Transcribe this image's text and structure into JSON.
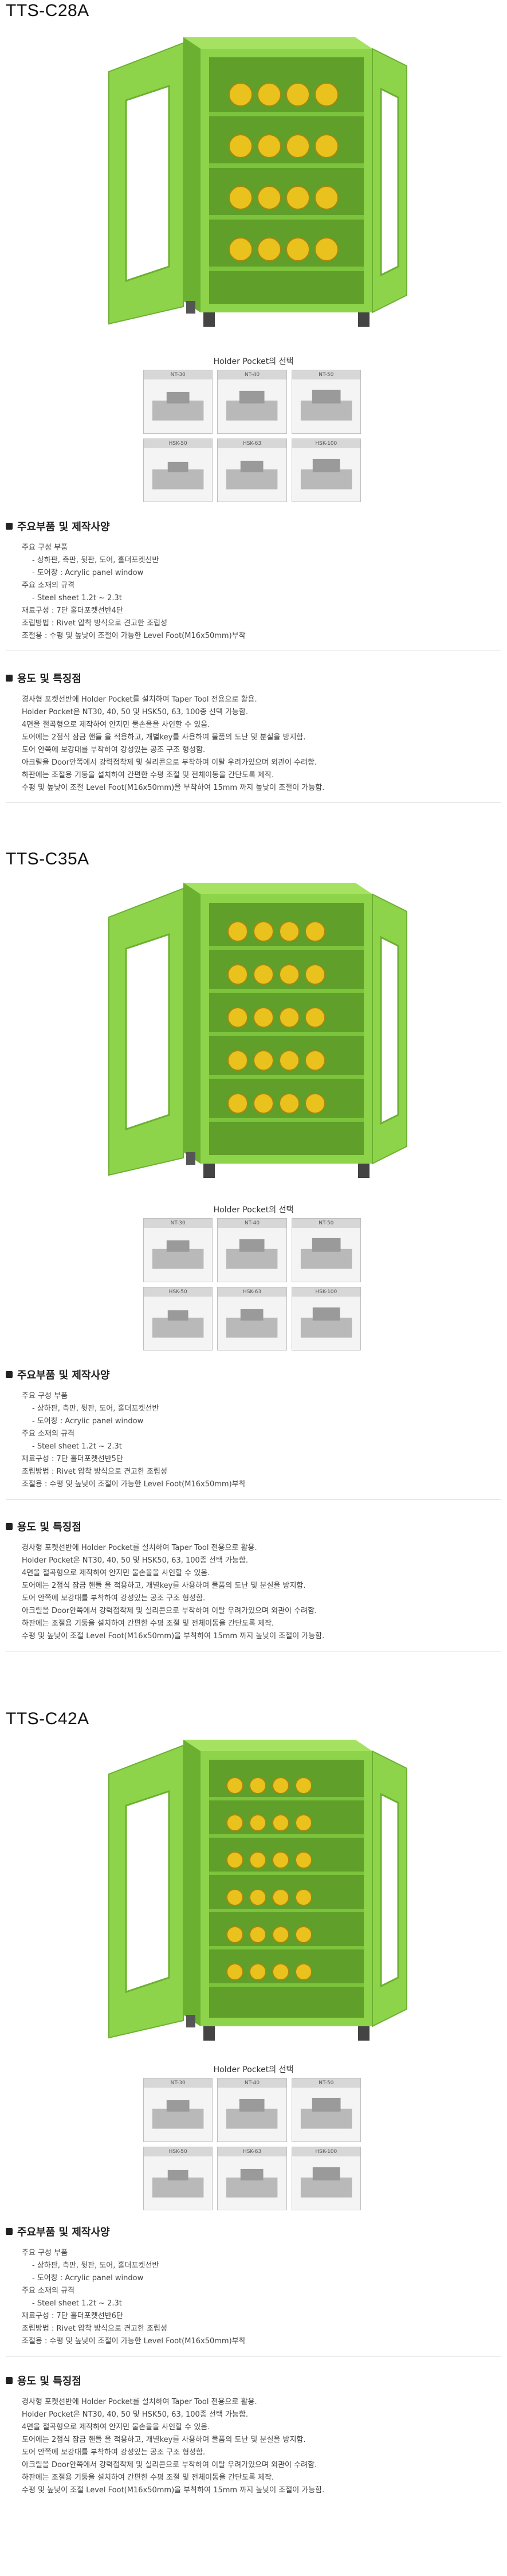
{
  "products": [
    {
      "model": "TTS-C28A",
      "holder_title": "Holder Pocket의 선택",
      "holder_labels": [
        "NT-30",
        "NT-40",
        "NT-50",
        "HSK-50",
        "HSK-63",
        "HSK-100"
      ],
      "specs_title": "주요부품 및 제작사양",
      "specs": [
        "주요 구성 부품",
        "- 상하판, 측판, 뒷판, 도어, 홀더포켓선반",
        "- 도어창 : Acrylic panel window",
        "주요 소재의 규격",
        "- Steel sheet 1.2t ~ 2.3t",
        "재료구성 : 7단 홀더포켓선반4단",
        "조립방법 : Rivet 압착 방식으로 견고한 조립성",
        "조절용 : 수평 및 높낮이 조절이 가능한 Level Foot(M16x50mm)부착"
      ],
      "features_title": "용도 및 특징점",
      "features": [
        "경사형 포켓선반에 Holder Pocket를 설치하여 Taper Tool 전용으로 활용.",
        "Holder Pocket은 NT30, 40, 50 및 HSK50, 63, 100종 선택 가능함.",
        "4면을 절곡형으로 제작하여 안지민 물손율을 사인할 수 있음.",
        "도어에는 2점식 잠금 핸들 을 적용하고, 개별key를 사용하여 물품의 도난 및 분실을 방지함.",
        "도어 안쪽에 보강대를 부착하여 강성있는 공조 구조 형성함.",
        "아크릴을 Door안쪽에서 강력접착제 및 실리콘으로 부착하여 이탈 우려가있으며 외관이 수려함.",
        "하판에는 조절용 기둥을 설치하여 간편한 수평 조절 및 전체이동을 간단도록 제작.",
        "수평 및 높낮이 조절 Level Foot(M16x50mm)을 부착하여 15mm 까지 높낮이 조절이 가능함."
      ]
    },
    {
      "model": "TTS-C35A",
      "holder_title": "Holder Pocket의 선택",
      "holder_labels": [
        "NT-30",
        "NT-40",
        "NT-50",
        "HSK-50",
        "HSK-63",
        "HSK-100"
      ],
      "specs_title": "주요부품 및 제작사양",
      "specs": [
        "주요 구성 부품",
        "- 상하판, 측판, 뒷판, 도어, 홀더포켓선반",
        "- 도어창 : Acrylic panel window",
        "주요 소재의 규격",
        "- Steel sheet 1.2t ~ 2.3t",
        "재료구성 : 7단 홀더포켓선반5단",
        "조립방법 : Rivet 압착 방식으로 견고한 조립성",
        "조절용 : 수평 및 높낮이 조절이 가능한 Level Foot(M16x50mm)부착"
      ],
      "features_title": "용도 및 특징점",
      "features": [
        "경사형 포켓선반에 Holder Pocket를 설치하여 Taper Tool 전용으로 활용.",
        "Holder Pocket은 NT30, 40, 50 및 HSK50, 63, 100종 선택 가능함.",
        "4면을 절곡형으로 제작하여 안지민 물손율을 사인할 수 있음.",
        "도어에는 2점식 잠금 핸들 을 적용하고, 개별key를 사용하여 물품의 도난 및 분실을 방지함.",
        "도어 안쪽에 보강대를 부착하여 강성있는 공조 구조 형성함.",
        "아크릴을 Door안쪽에서 강력접착제 및 실리콘으로 부착하여 이탈 우려가있으며 외관이 수려함.",
        "하판에는 조절용 기둥을 설치하여 간편한 수평 조절 및 전체이동을 간단도록 제작.",
        "수평 및 높낮이 조절 Level Foot(M16x50mm)을 부착하여 15mm 까지 높낮이 조절이 가능함."
      ]
    },
    {
      "model": "TTS-C42A",
      "holder_title": "Holder Pocket의 선택",
      "holder_labels": [
        "NT-30",
        "NT-40",
        "NT-50",
        "HSK-50",
        "HSK-63",
        "HSK-100"
      ],
      "specs_title": "주요부품 및 제작사양",
      "specs": [
        "주요 구성 부품",
        "- 상하판, 측판, 뒷판, 도어, 홀더포켓선반",
        "- 도어창 : Acrylic panel window",
        "주요 소재의 규격",
        "- Steel sheet 1.2t ~ 2.3t",
        "재료구성 : 7단 홀더포켓선반6단",
        "조립방법 : Rivet 압착 방식으로 견고한 조립성",
        "조절용 : 수평 및 높낮이 조절이 가능한 Level Foot(M16x50mm)부착"
      ],
      "features_title": "용도 및 특징점",
      "features": [
        "경사형 포켓선반에 Holder Pocket를 설치하여 Taper Tool 전용으로 활용.",
        "Holder Pocket은 NT30, 40, 50 및 HSK50, 63, 100종 선택 가능함.",
        "4면을 절곡형으로 제작하여 안지민 물손율을 사인할 수 있음.",
        "도어에는 2점식 잠금 핸들 을 적용하고, 개별key를 사용하여 물품의 도난 및 분실을 방지함.",
        "도어 안쪽에 보강대를 부착하여 강성있는 공조 구조 형성함.",
        "아크릴을 Door안쪽에서 강력접착제 및 실리콘으로 부착하여 이탈 우려가있으며 외관이 수려함.",
        "하판에는 조절용 기둥을 설치하여 간편한 수평 조절 및 전체이동을 간단도록 제작.",
        "수평 및 높낮이 조절 Level Foot(M16x50mm)을 부착하여 15mm 까지 높낮이 조절이 가능함."
      ]
    }
  ],
  "colors": {
    "cabinet_green": "#8ed44a",
    "cabinet_dark": "#6bb030",
    "holder_yellow": "#e9c21e",
    "text": "#333333"
  }
}
